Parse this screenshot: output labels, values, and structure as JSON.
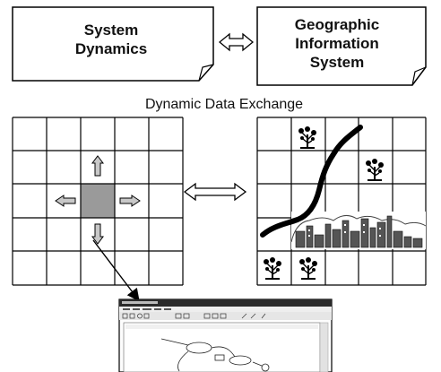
{
  "boxes": {
    "left_line1": "System",
    "left_line2": "Dynamics",
    "right_line1": "Geographic",
    "right_line2": "Information",
    "right_line3": "System"
  },
  "caption": "Dynamic Data Exchange",
  "colors": {
    "line": "#000000",
    "active_cell": "#9a9a9a",
    "arrow_fill": "#c8c8c8",
    "screenshot_titlebar": "#2a2a2a"
  },
  "icons": {
    "exchange_top": "double-arrow-icon",
    "exchange_mid": "double-arrow-icon",
    "tree": "tree-icon",
    "city": "city-skyline-icon",
    "pointer": "pointer-arrow-icon"
  }
}
